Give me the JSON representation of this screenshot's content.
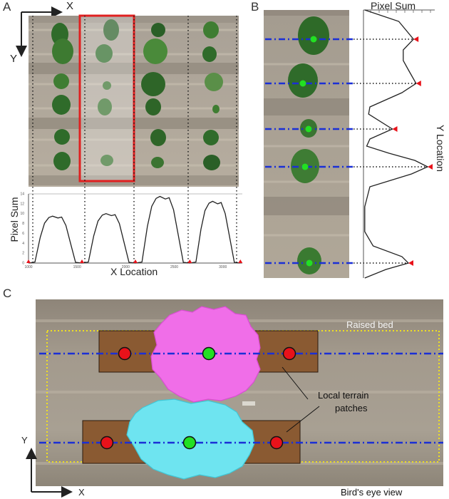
{
  "panel_a": {
    "letter": "A",
    "axis_x_label": "X",
    "axis_y_label": "Y",
    "chart_data": {
      "type": "line",
      "title": "",
      "xlabel": "X Location",
      "ylabel": "Pixel Sum",
      "x_ticks": [
        "1000",
        "1500",
        "2000",
        "2500",
        "3000"
      ],
      "y_ticks": [
        "0",
        "2",
        "4",
        "6",
        "8",
        "10",
        "12",
        "14"
      ],
      "ylim": [
        0,
        14
      ],
      "xlim": [
        1000,
        3200
      ],
      "peaks_approx": [
        9.5,
        10,
        13.5,
        12.5
      ],
      "red_markers_x": [
        1000,
        1550,
        2100,
        2660,
        3180
      ]
    }
  },
  "panel_b": {
    "letter": "B",
    "chart_data": {
      "type": "line",
      "title": "",
      "xlabel": "Pixel Sum",
      "ylabel": "Y Location",
      "peaks_relative": [
        0.78,
        0.82,
        0.45,
        1.0,
        0.7
      ]
    }
  },
  "panel_c": {
    "letter": "C",
    "label_raised_bed": "Raised bed",
    "label_terrain_line1": "Local terrain",
    "label_terrain_line2": "patches",
    "label_birds_eye": "Bird's eye view",
    "axis_x_label": "X",
    "axis_y_label": "Y"
  },
  "colors": {
    "scanline_blue": "#1a2fd6",
    "red_marker": "#e8121a",
    "green_centroid": "#22e022",
    "pink_blob": "#f06ee8",
    "cyan_blob": "#6ee4f0",
    "terrain_patch": "#8a5a32",
    "raised_bed_dash": "#f0e020",
    "selection_box": "#e02020"
  }
}
